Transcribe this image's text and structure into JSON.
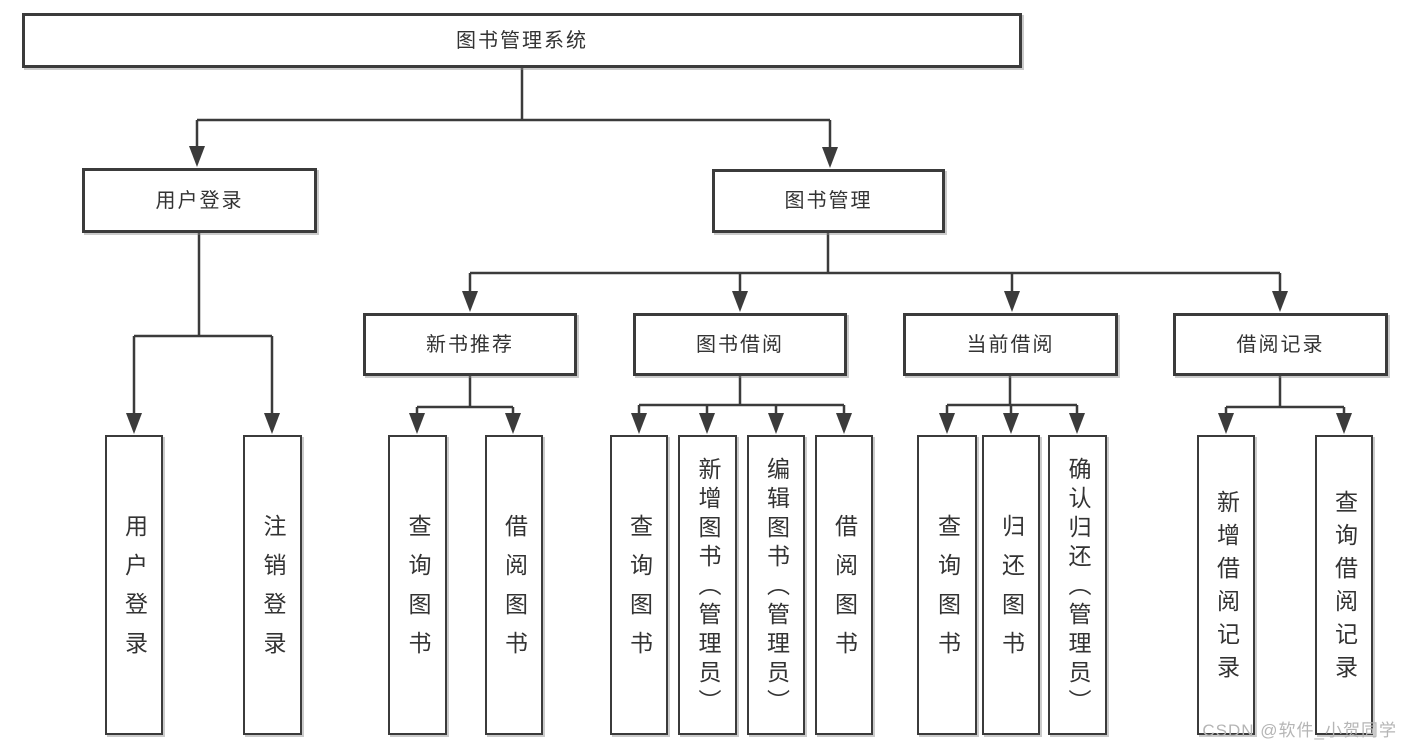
{
  "nodes": {
    "root": "图书管理系统",
    "user_login": "用户登录",
    "book_mgmt": "图书管理",
    "new_book_rec": "新书推荐",
    "book_borrow": "图书借阅",
    "current_borrow": "当前借阅",
    "borrow_records": "借阅记录",
    "leaf_user_login": "用户登录",
    "leaf_logout": "注销登录",
    "leaf_query_book_rec": "查询图书",
    "leaf_borrow_book_rec": "借阅图书",
    "leaf_query_book_borrow": "查询图书",
    "leaf_add_book_admin": "新增图书（管理员）",
    "leaf_edit_book_admin": "编辑图书（管理员）",
    "leaf_borrow_book_borrow": "借阅图书",
    "leaf_query_book_current": "查询图书",
    "leaf_return_book": "归还图书",
    "leaf_confirm_return_admin": "确认归还（管理员）",
    "leaf_add_borrow_record": "新增借阅记录",
    "leaf_query_borrow_record": "查询借阅记录"
  },
  "watermark": "CSDN @软件_小贺同学",
  "colors": {
    "line": "#3b3b3b",
    "text": "#333333",
    "watermark": "#b5b5b5",
    "background": "#ffffff"
  }
}
